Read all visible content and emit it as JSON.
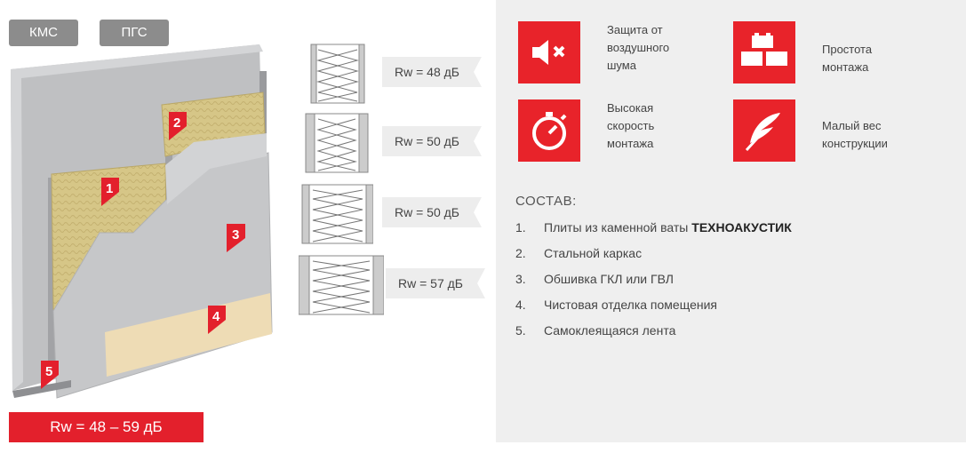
{
  "tabs": [
    {
      "label": "КМС",
      "active": true
    },
    {
      "label": "ПГС",
      "active": false
    }
  ],
  "markers": [
    "1",
    "2",
    "3",
    "4",
    "5"
  ],
  "sections": [
    {
      "rw_label": "Rw = 48 дБ"
    },
    {
      "rw_label": "Rw = 50 дБ"
    },
    {
      "rw_label": "Rw = 50 дБ"
    },
    {
      "rw_label": "Rw = 57 дБ"
    }
  ],
  "total": {
    "label": "Rw = 48 – 59 дБ"
  },
  "features": [
    {
      "text": "Защита от\nвоздушного\nшума",
      "icon": "speaker-mute-icon"
    },
    {
      "text": "Простота монтажа",
      "icon": "bricks-icon"
    },
    {
      "text": "Высокая\nскорость\nмонтажа",
      "icon": "stopwatch-icon"
    },
    {
      "text": "Малый вес\nконструкции",
      "icon": "feather-icon"
    }
  ],
  "composition": {
    "title": "СОСТАВ:",
    "items": [
      {
        "num": "1.",
        "text": "Плиты из каменной ваты ",
        "brand": "ТЕХНОАКУСТИК"
      },
      {
        "num": "2.",
        "text": "Стальной каркас",
        "brand": ""
      },
      {
        "num": "3.",
        "text": "Обшивка ГКЛ или ГВЛ",
        "brand": ""
      },
      {
        "num": "4.",
        "text": "Чистовая отделка помещения",
        "brand": ""
      },
      {
        "num": "5.",
        "text": "Самоклеящаяся лента",
        "brand": ""
      }
    ]
  },
  "colors": {
    "accent": "#e3202c",
    "tab": "#8c8c8c",
    "panel": "#efefef",
    "wool": "#d8c98a",
    "board": "#c9cacc",
    "finish": "#eedcb5"
  }
}
